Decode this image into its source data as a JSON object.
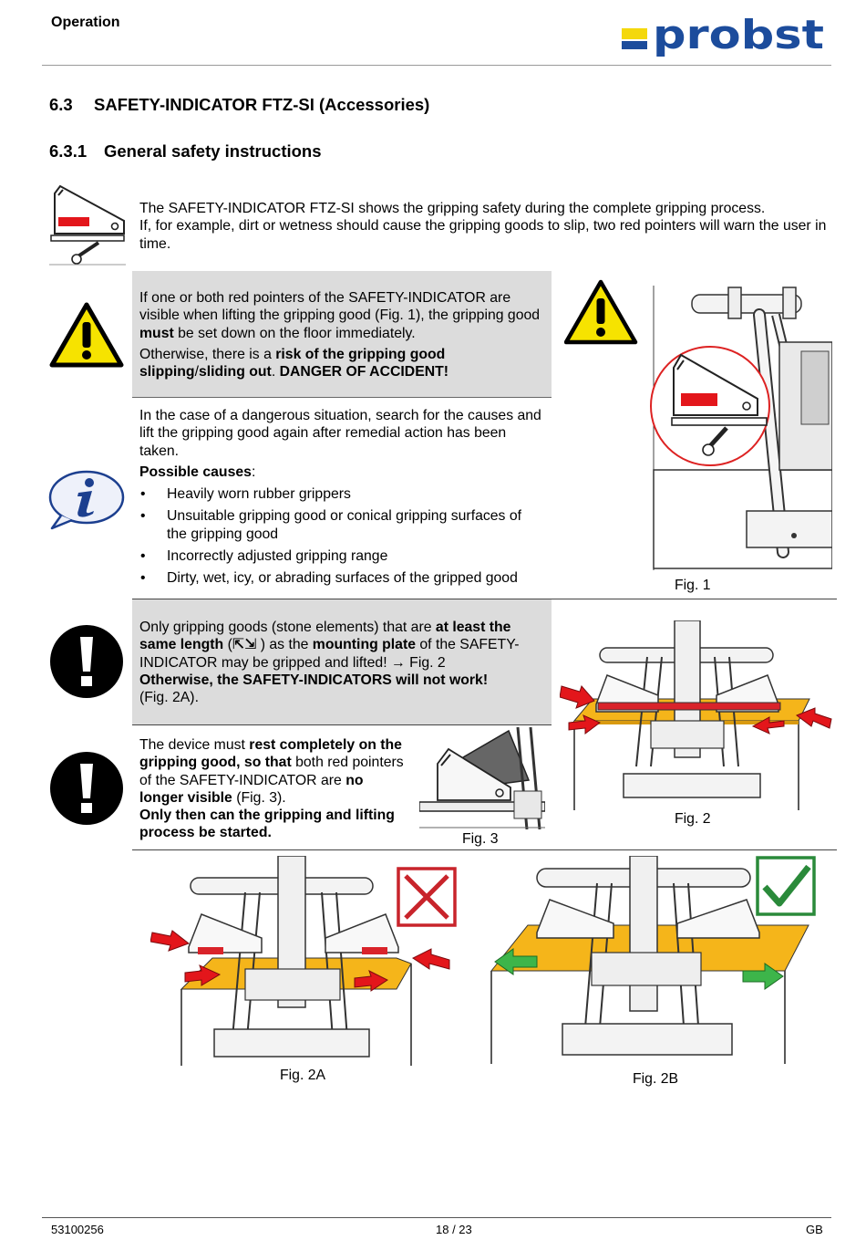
{
  "header": {
    "section": "Operation",
    "logo_text": "probst",
    "colors": {
      "logo_blue": "#1c4c9c",
      "logo_yellow": "#f4d80c"
    }
  },
  "headings": {
    "h1_num": "6.3",
    "h1_text": "SAFETY-INDICATOR FTZ-SI (Accessories)",
    "h2_num": "6.3.1",
    "h2_text": "General safety instructions"
  },
  "intro": {
    "line1": "The SAFETY-INDICATOR FTZ-SI shows the gripping safety during the complete gripping process.",
    "line2": "If, for example, dirt or wetness should cause the gripping goods to slip, two red pointers will warn the user in time."
  },
  "warning_block": {
    "p1_a": "If one or both red pointers of the SAFETY-INDICATOR are visible when lifting the gripping good (Fig. 1), the gripping good ",
    "p1_b": "must",
    "p1_c": " be set down on the floor immediately.",
    "p2_a": "Otherwise, there is a ",
    "p2_b": "risk of the gripping good slipping",
    "p2_c": "/",
    "p2_d": "sliding out",
    "p2_e": ". ",
    "p2_f": "DANGER OF ACCIDENT!"
  },
  "info_block": {
    "p1": "In the case of a dangerous situation, search for the causes and lift the gripping good again after remedial action has been taken.",
    "causes_label": "Possible causes",
    "causes_colon": ":",
    "causes": [
      "Heavily worn rubber grippers",
      "Unsuitable gripping good or conical gripping surfaces of the gripping good",
      "Incorrectly adjusted gripping range",
      "Dirty, wet, icy, or abrading surfaces of the gripped good"
    ]
  },
  "notice1": {
    "a": "Only gripping goods (stone elements) that are ",
    "b": "at least the same length",
    "c": " (",
    "arrows": "⇱⇲",
    "d": " ) as the ",
    "e": "mounting plate",
    "f": " of the SAFETY-INDICATOR may be gripped and lifted! → Fig. 2",
    "g": "Otherwise, the SAFETY-INDICATORS will not work!",
    "h": "(Fig. 2A)."
  },
  "notice2": {
    "a": "The device must ",
    "b": "rest completely on the gripping good, so that",
    "c": " both red pointers of the SAFETY-INDICATOR are ",
    "d": "no longer visible",
    "e": " (Fig. 3).",
    "f": "Only then can the gripping and lifting process be started."
  },
  "figures": {
    "fig1": "Fig. 1",
    "fig2": "Fig. 2",
    "fig3": "Fig. 3",
    "fig2a": "Fig. 2A",
    "fig2b": "Fig. 2B"
  },
  "footer": {
    "doc_no": "53100256",
    "page": "18 / 23",
    "lang": "GB"
  }
}
